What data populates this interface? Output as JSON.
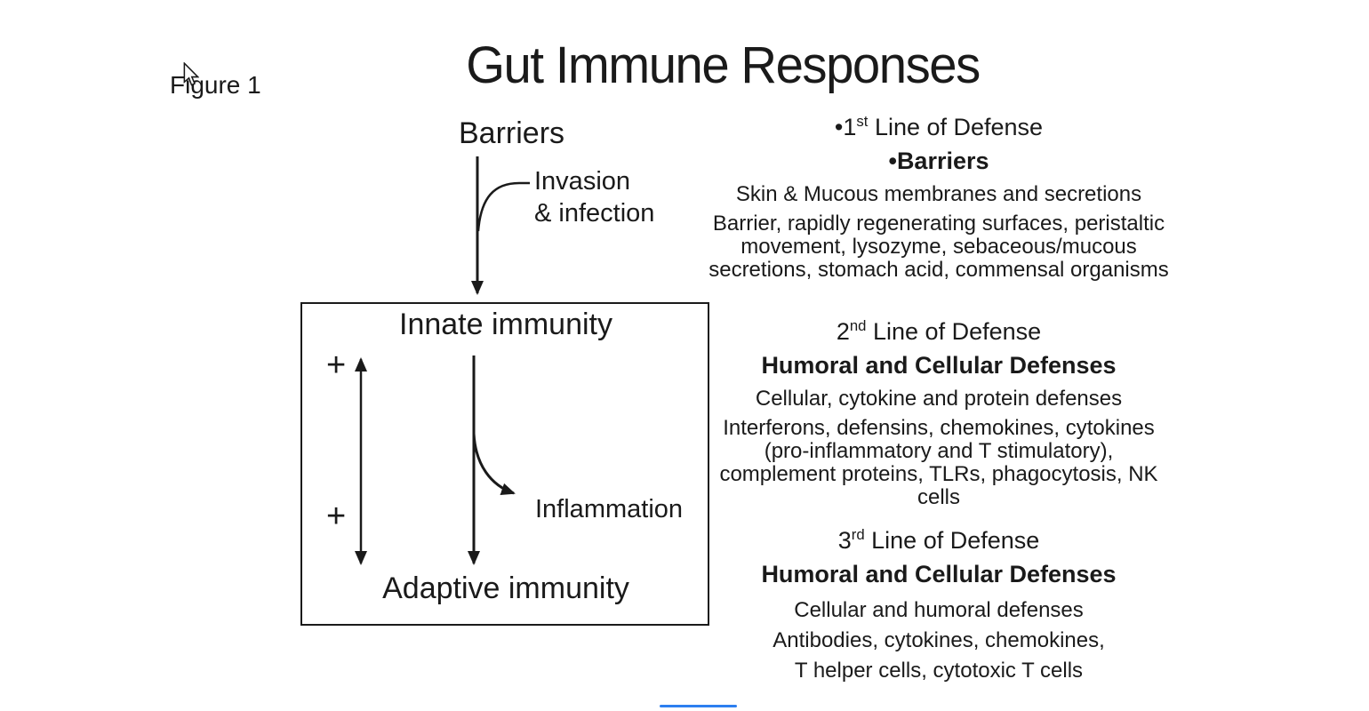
{
  "figure_label": "Figure 1",
  "title": "Gut Immune Responses",
  "colors": {
    "text": "#1a1a1a",
    "line": "#1a1a1a",
    "progress": "#2d7ff0",
    "background": "#ffffff"
  },
  "diagram": {
    "barriers": "Barriers",
    "invasion_lines": [
      "Invasion",
      "& infection"
    ],
    "innate": "Innate immunity",
    "adaptive": "Adaptive immunity",
    "inflammation": "Inflammation",
    "plus_top": "+",
    "plus_bottom": "+"
  },
  "sections": [
    {
      "bullet": "•",
      "ordinal": "1",
      "ordinal_suffix": "st",
      "heading_rest": " Line of Defense",
      "sub_bullet": "•",
      "subheading": "Barriers",
      "summary": "Skin & Mucous membranes and secretions",
      "detail_lines": [
        "Barrier, rapidly regenerating surfaces, peristaltic",
        "movement, lysozyme, sebaceous/mucous",
        "secretions, stomach acid, commensal organisms"
      ]
    },
    {
      "ordinal": "2",
      "ordinal_suffix": "nd",
      "heading_rest": " Line of Defense",
      "subheading": "Humoral and Cellular Defenses",
      "summary": "Cellular, cytokine and protein defenses",
      "detail_lines": [
        "Interferons, defensins, chemokines, cytokines",
        "(pro-inflammatory and T stimulatory),",
        "complement proteins, TLRs, phagocytosis, NK",
        "cells"
      ]
    },
    {
      "ordinal": "3",
      "ordinal_suffix": "rd",
      "heading_rest": " Line of Defense",
      "subheading": "Humoral and Cellular Defenses",
      "summary": "Cellular and humoral defenses",
      "detail_lines": [
        "Antibodies, cytokines, chemokines,",
        "T helper cells, cytotoxic T cells"
      ]
    }
  ]
}
